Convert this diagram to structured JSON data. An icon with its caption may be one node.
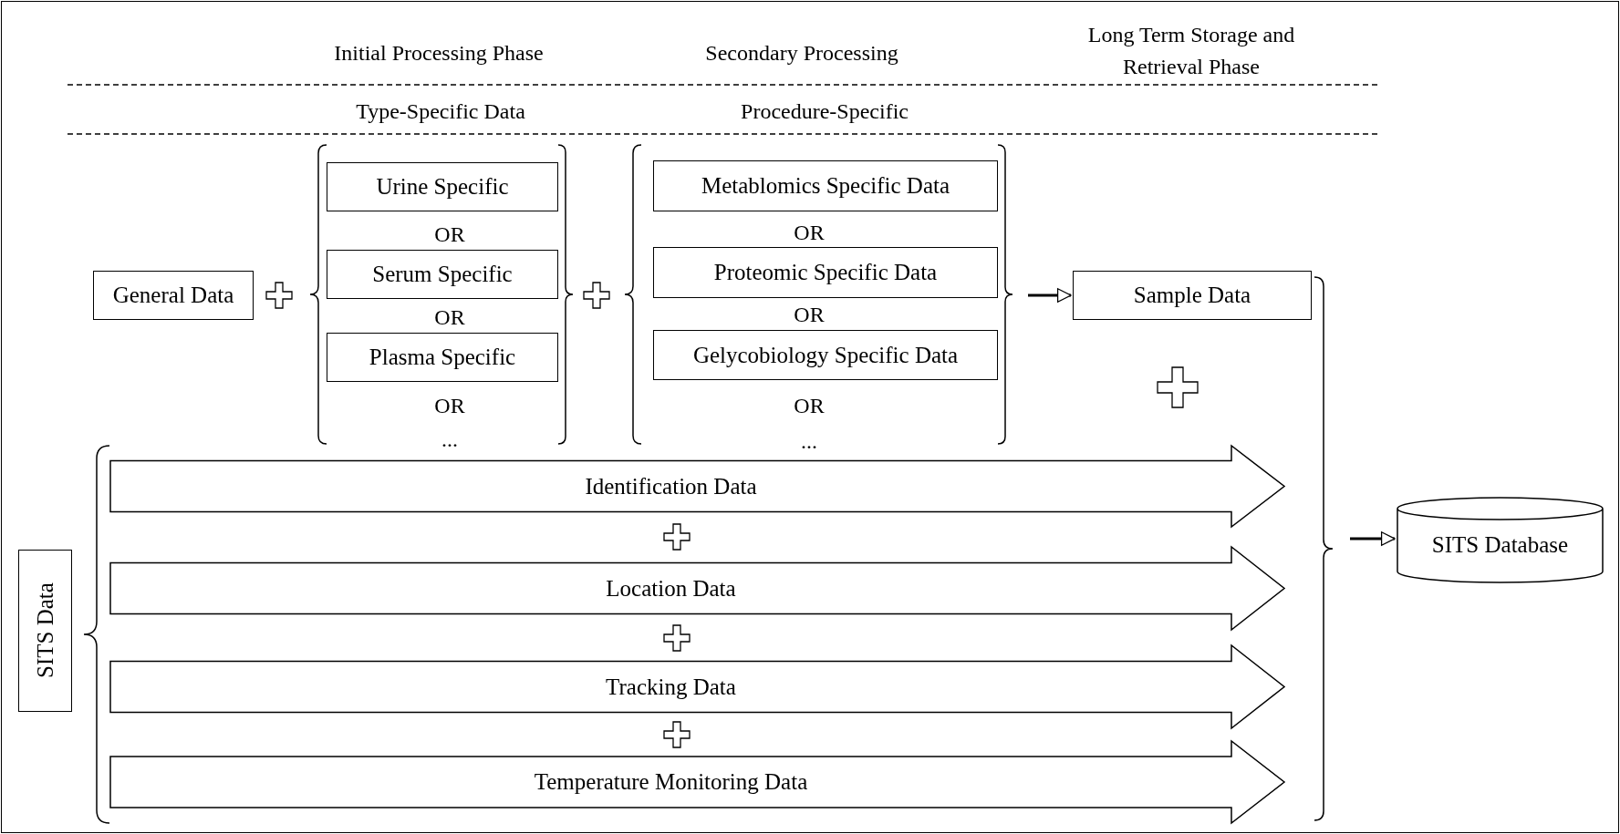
{
  "diagram": {
    "nodes": [
      {
        "text": [
          "General Data"
        ]
      },
      {
        "text": [
          "Urine Specific"
        ]
      },
      {
        "text": [
          "Serum Specific"
        ]
      },
      {
        "text": [
          "Plasma Specific"
        ]
      },
      {
        "text": [
          "Metablomics Specific Data"
        ]
      },
      {
        "text": [
          "Proteomic Specific Data"
        ]
      },
      {
        "text": [
          "Gelycobiology Specific Data"
        ]
      },
      {
        "text": [
          "Sample Data"
        ]
      },
      {
        "text": [
          "Identification Data"
        ]
      },
      {
        "text": [
          "Location Data"
        ]
      },
      {
        "text": [
          "Tracking Data"
        ]
      },
      {
        "text": [
          "Temperature Monitoring Data"
        ]
      },
      {
        "text": [
          "SITS Data"
        ]
      },
      {
        "text": [
          "SITS Database"
        ]
      }
    ],
    "edges": [
      {
        "from": null,
        "to": 7,
        "arrow": "to"
      },
      {
        "from": null,
        "to": 13,
        "arrow": "to"
      }
    ],
    "labels": [
      "Initial Processing Phase",
      "Secondary Processing",
      "Long Term Storage and Retrieval Phase",
      "Type-Specific Data",
      "Procedure-Specific",
      "OR",
      "OR",
      "OR",
      "OR",
      "OR",
      "OR",
      "...",
      "..."
    ]
  }
}
